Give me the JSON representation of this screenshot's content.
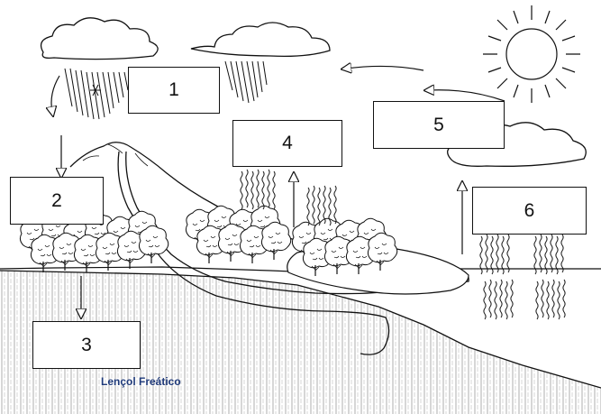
{
  "labels": {
    "box1": "1",
    "box2": "2",
    "box3": "3",
    "box4": "4",
    "box5": "5",
    "box6": "6"
  },
  "water_table_label": "Lençol Freático",
  "icons": {
    "sun": "sun-icon",
    "cloud": "cloud-icon",
    "rain": "rain-icon",
    "snowflake": "snowflake-icon",
    "tree": "tree-icon",
    "mountain": "mountain-icon",
    "arrow": "arrow-icon",
    "wavy_lines": "evaporation-lines-icon"
  },
  "colors": {
    "line": "#111111",
    "ground_hatch": "#999999",
    "water_table_text": "#1f3a7a"
  }
}
